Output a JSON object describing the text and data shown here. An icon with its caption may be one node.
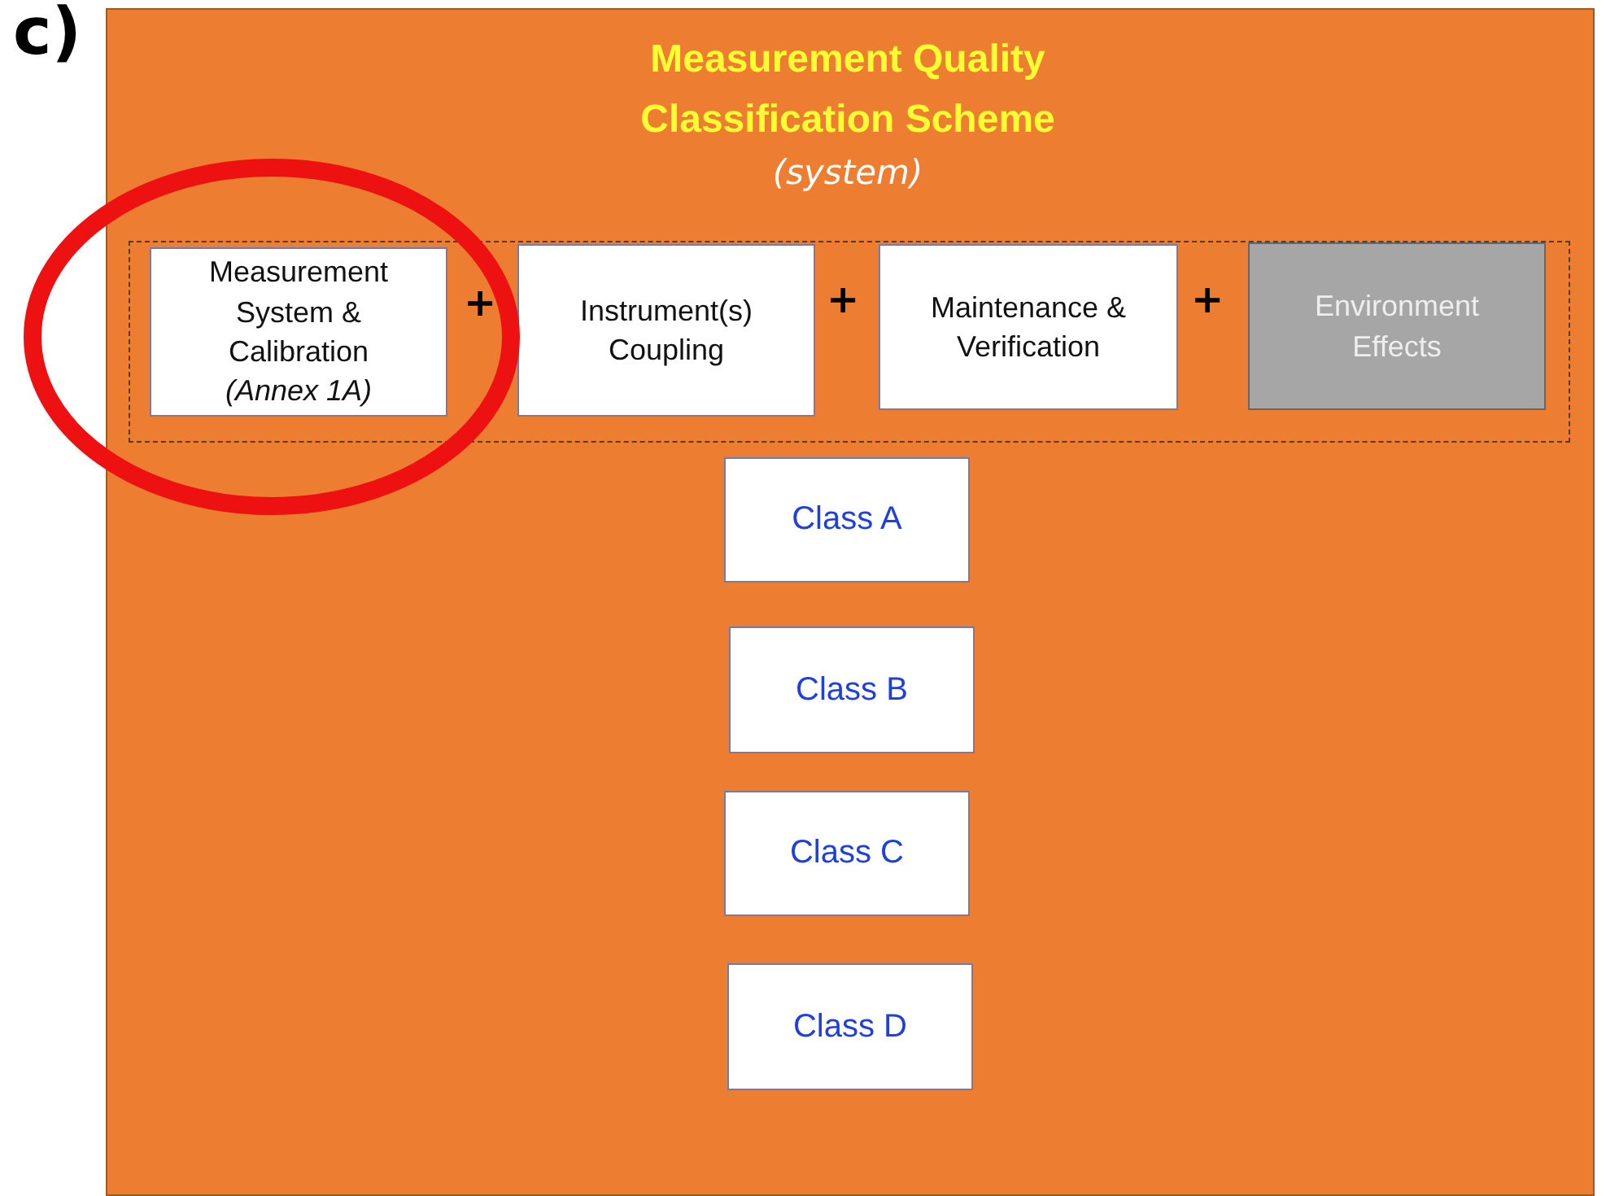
{
  "diagram": {
    "nodes": [
      {
        "text": [
          "Measurement Quality Classification Scheme",
          "(system)"
        ]
      },
      {
        "text": [],
        "shape": "box",
        "in": 0
      },
      {
        "text": [
          "Measurement System & Calibration",
          "(Annex 1A)"
        ],
        "in": 1
      },
      {
        "text": [
          "Instrument(s) Coupling"
        ],
        "in": 1
      },
      {
        "text": [
          "Maintenance & Verification"
        ],
        "in": 1
      },
      {
        "text": [
          "Environment Effects"
        ],
        "in": 1
      },
      {
        "text": [
          "Class A"
        ],
        "in": 0
      },
      {
        "text": [
          "Class B"
        ],
        "in": 0
      },
      {
        "text": [
          "Class C"
        ],
        "in": 0
      },
      {
        "text": [
          "Class D"
        ],
        "in": 0
      }
    ],
    "edges": [],
    "labels": [
      "c)",
      "+",
      "+",
      "+"
    ]
  }
}
